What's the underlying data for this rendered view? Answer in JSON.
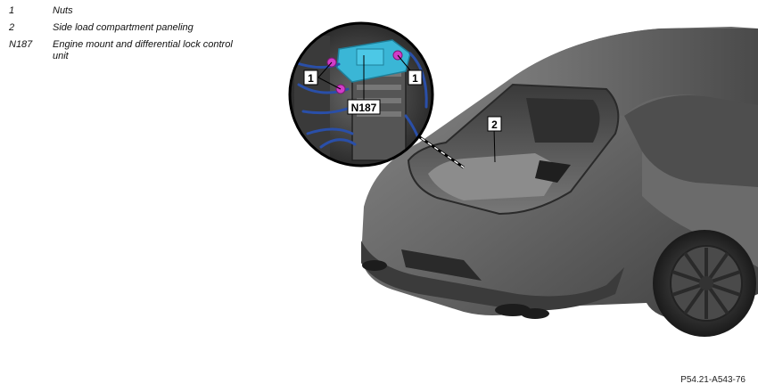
{
  "legend": [
    {
      "key": "1",
      "text": "Nuts"
    },
    {
      "key": "2",
      "text": "Side load compartment paneling"
    },
    {
      "key": "N187",
      "text": "Engine mount and differential lock control unit"
    }
  ],
  "callouts": {
    "nut_left": "1",
    "nut_right": "1",
    "control_unit": "N187",
    "paneling": "2"
  },
  "figure_code": "P54.21-A543-76",
  "colors": {
    "car_body": "#5e5e5e",
    "wiring": "#2a4fa8",
    "control_unit": "#3ab6d6",
    "nuts": "#d23cc8"
  }
}
